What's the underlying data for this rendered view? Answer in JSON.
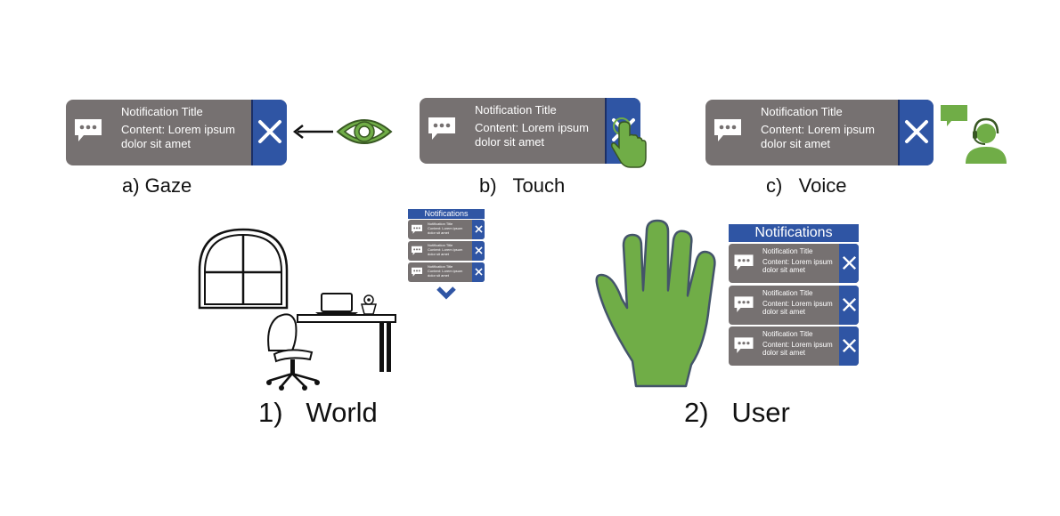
{
  "notification": {
    "title": "Notification Title",
    "content": "Content: Lorem ipsum dolor sit amet"
  },
  "modalities": [
    {
      "caption": "a) Gaze"
    },
    {
      "caption": "b)   Touch"
    },
    {
      "caption": "c)   Voice"
    }
  ],
  "contexts": [
    {
      "caption": "1)   World",
      "panel_title": "Notifications"
    },
    {
      "caption": "2)   User",
      "panel_title": "Notifications"
    }
  ],
  "colors": {
    "card_gray": "#767171",
    "close_blue": "#2f55a4",
    "accent_green": "#70ad47"
  }
}
